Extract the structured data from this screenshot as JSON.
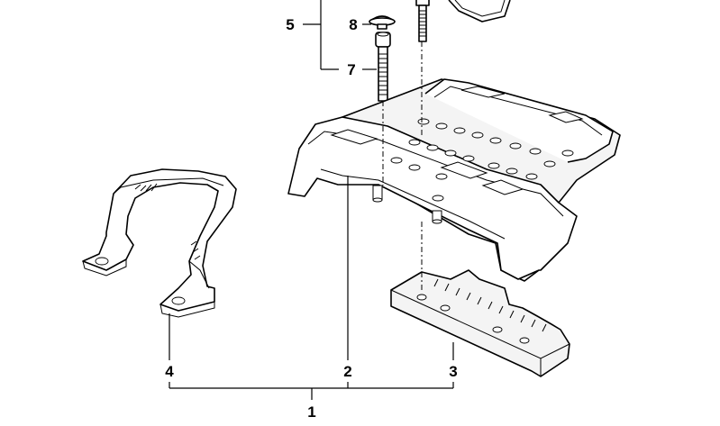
{
  "diagram": {
    "part_labels": [
      "5",
      "8",
      "7",
      "4",
      "2",
      "3",
      "1"
    ]
  }
}
